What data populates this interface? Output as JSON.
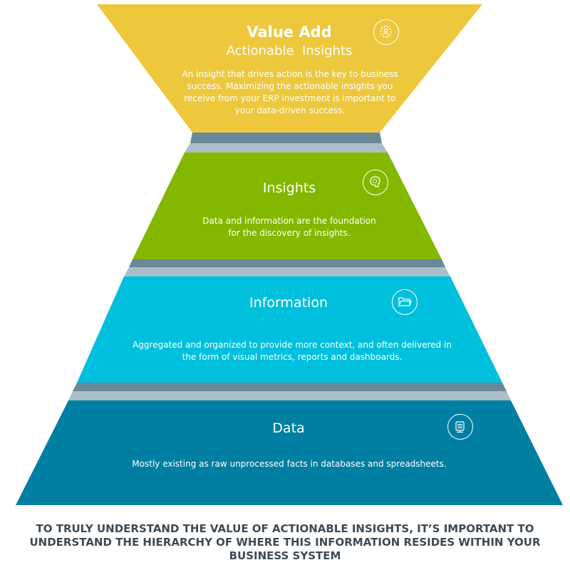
{
  "tiers": {
    "value_add": {
      "title": "Value Add",
      "subtitle": "Actionable  Insights",
      "description": "An insight that drives action is the key to business success. Maximizing the actionable insights you receive from your ERP investment is important to your data-driven success.",
      "color": "#eec83c",
      "icon": "person-gear-icon"
    },
    "insights": {
      "title": "Insights",
      "description_lines": [
        "Data and information are the foundation",
        "for the discovery of insights."
      ],
      "color": "#84b800",
      "icon": "brain-gear-icon"
    },
    "information": {
      "title": "Information",
      "description_lines": [
        "Aggregated and organized to provide more context, and often delivered in",
        "the form of visual metrics, reports and dashboards."
      ],
      "color": "#00c0dd",
      "icon": "folder-icon"
    },
    "data": {
      "title": "Data",
      "description": "Mostly existing as raw unprocessed facts in databases and spreadsheets.",
      "color": "#007fa3",
      "icon": "database-icon"
    }
  },
  "separator_colors": {
    "dark": "#6b8897",
    "light": "#a9bfc8"
  },
  "footer": {
    "lines": [
      "TO TRULY UNDERSTAND THE VALUE OF ACTIONABLE INSIGHTS, IT’S IMPORTANT TO",
      "UNDERSTAND THE HIERARCHY OF WHERE THIS INFORMATION RESIDES WITHIN YOUR",
      "BUSINESS SYSTEM"
    ]
  }
}
